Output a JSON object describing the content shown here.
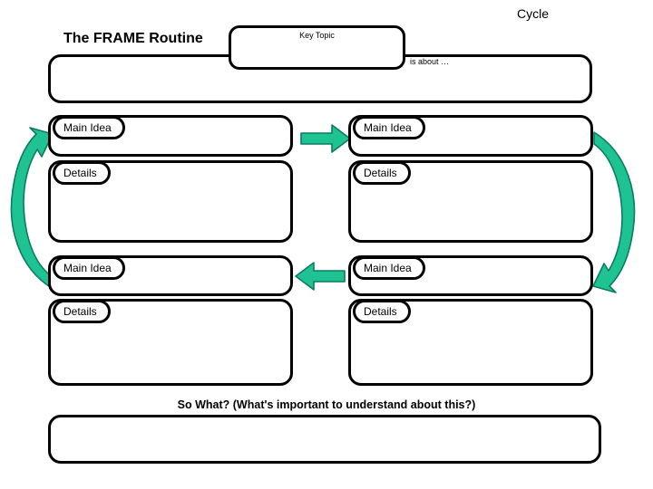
{
  "header": {
    "corner_label": "Cycle",
    "title": "The FRAME Routine",
    "key_topic_label": "Key Topic",
    "is_about_label": "is about …"
  },
  "cells": [
    {
      "position": "top-left",
      "main_idea_label": "Main Idea",
      "details_label": "Details"
    },
    {
      "position": "top-right",
      "main_idea_label": "Main Idea",
      "details_label": "Details"
    },
    {
      "position": "bottom-left",
      "main_idea_label": "Main Idea",
      "details_label": "Details"
    },
    {
      "position": "bottom-right",
      "main_idea_label": "Main Idea",
      "details_label": "Details"
    }
  ],
  "footer": {
    "so_what_label": "So What? (What's important to understand about this?)"
  },
  "icons": {
    "flow_right": "right-arrow",
    "flow_left": "left-arrow",
    "cycle_left": "curved-up-arrow",
    "cycle_right": "curved-down-arrow"
  },
  "colors": {
    "arrow_fill": "#1FC393",
    "arrow_stroke": "#0A7C5F",
    "outline": "#000000",
    "background": "#FFFFFF"
  }
}
